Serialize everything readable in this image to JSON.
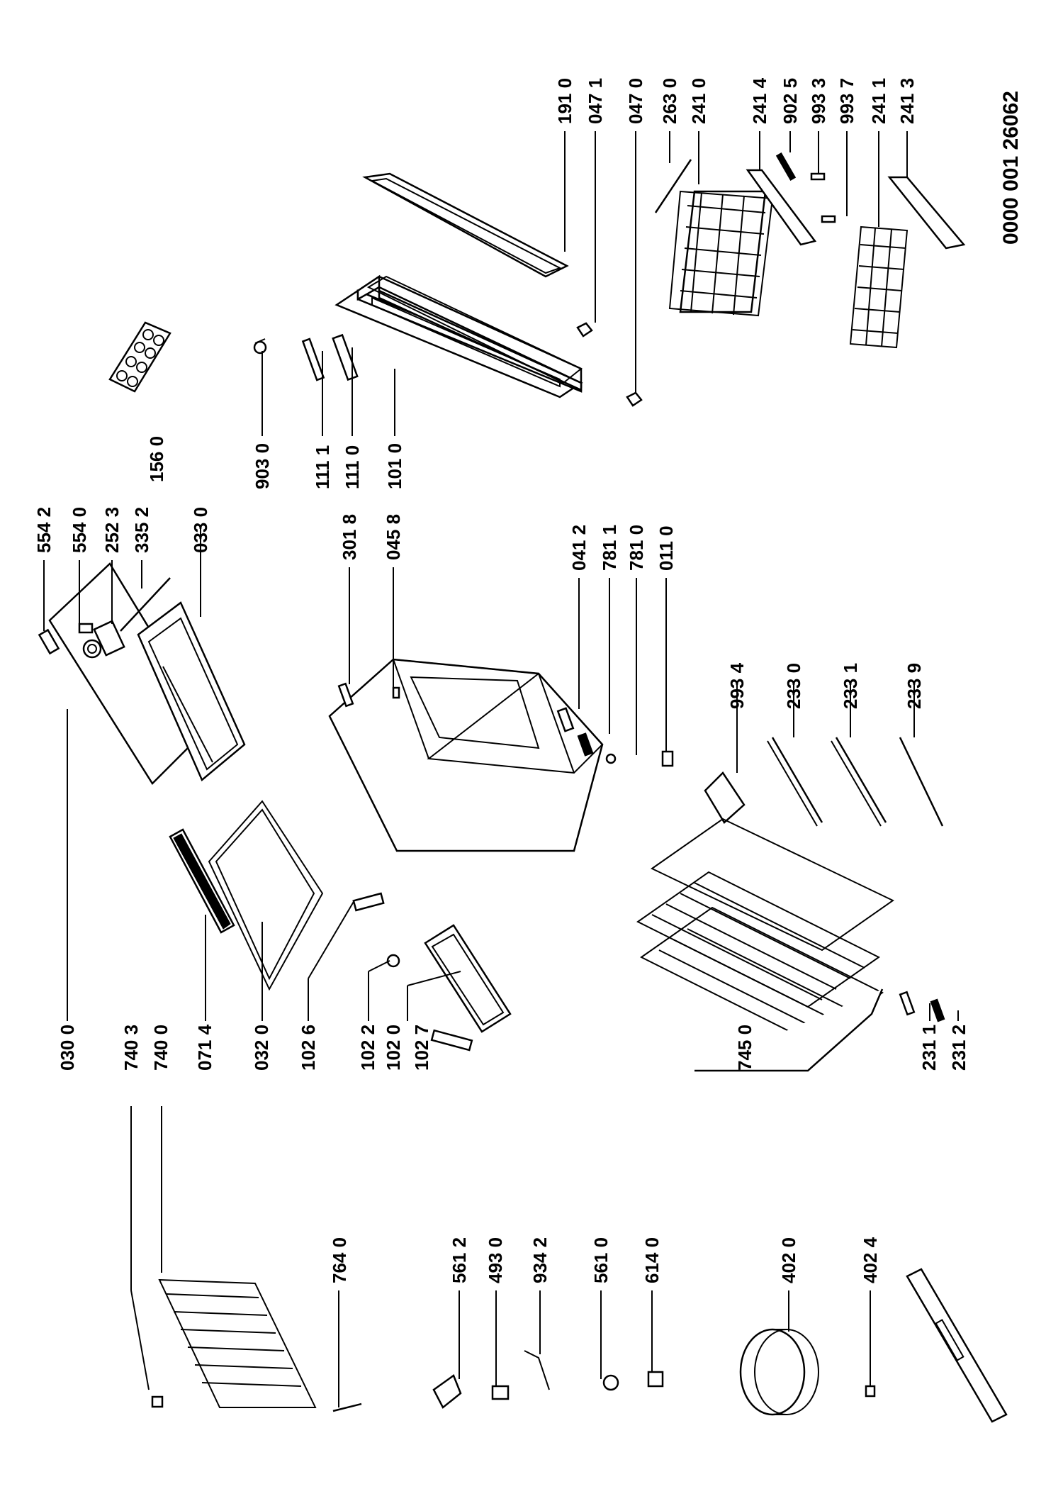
{
  "document_number": "0000 001 26062",
  "callouts": [
    {
      "key": "p0300",
      "label": "030 0"
    },
    {
      "key": "p7403",
      "label": "740 3"
    },
    {
      "key": "p7400",
      "label": "740 0"
    },
    {
      "key": "p0714",
      "label": "071 4"
    },
    {
      "key": "p0320",
      "label": "032 0"
    },
    {
      "key": "p1026",
      "label": "102 6"
    },
    {
      "key": "p1022",
      "label": "102 2"
    },
    {
      "key": "p1020",
      "label": "102 0"
    },
    {
      "key": "p1027",
      "label": "102 7"
    },
    {
      "key": "p7450",
      "label": "745 0"
    },
    {
      "key": "p2311",
      "label": "231 1"
    },
    {
      "key": "p2312",
      "label": "231 2"
    },
    {
      "key": "p7640",
      "label": "764 0"
    },
    {
      "key": "p5612",
      "label": "561 2"
    },
    {
      "key": "p4930",
      "label": "493 0"
    },
    {
      "key": "p9342",
      "label": "934 2"
    },
    {
      "key": "p5610",
      "label": "561 0"
    },
    {
      "key": "p6140",
      "label": "614 0"
    },
    {
      "key": "p4020",
      "label": "402 0"
    },
    {
      "key": "p4024",
      "label": "402 4"
    },
    {
      "key": "p5542",
      "label": "554 2"
    },
    {
      "key": "p5540",
      "label": "554 0"
    },
    {
      "key": "p2523",
      "label": "252 3"
    },
    {
      "key": "p3352",
      "label": "335 2"
    },
    {
      "key": "p0330",
      "label": "033 0"
    },
    {
      "key": "p3018",
      "label": "301 8"
    },
    {
      "key": "p0458",
      "label": "045 8"
    },
    {
      "key": "p0412",
      "label": "041 2"
    },
    {
      "key": "p7811",
      "label": "781 1"
    },
    {
      "key": "p7810",
      "label": "781 0"
    },
    {
      "key": "p0110",
      "label": "011 0"
    },
    {
      "key": "p9934",
      "label": "993 4"
    },
    {
      "key": "p2330",
      "label": "233 0"
    },
    {
      "key": "p2331",
      "label": "233 1"
    },
    {
      "key": "p2339",
      "label": "233 9"
    },
    {
      "key": "p1560",
      "label": "156 0"
    },
    {
      "key": "p9030",
      "label": "903 0"
    },
    {
      "key": "p1111",
      "label": "111 1"
    },
    {
      "key": "p1110",
      "label": "111 0"
    },
    {
      "key": "p1010",
      "label": "101 0"
    },
    {
      "key": "p1910",
      "label": "191 0"
    },
    {
      "key": "p0471",
      "label": "047 1"
    },
    {
      "key": "p0470",
      "label": "047 0"
    },
    {
      "key": "p2630",
      "label": "263 0"
    },
    {
      "key": "p2410",
      "label": "241 0"
    },
    {
      "key": "p2414",
      "label": "241 4"
    },
    {
      "key": "p9025",
      "label": "902 5"
    },
    {
      "key": "p9933",
      "label": "993 3"
    },
    {
      "key": "p9937",
      "label": "993 7"
    },
    {
      "key": "p2411",
      "label": "241 1"
    },
    {
      "key": "p2413",
      "label": "241 3"
    }
  ]
}
